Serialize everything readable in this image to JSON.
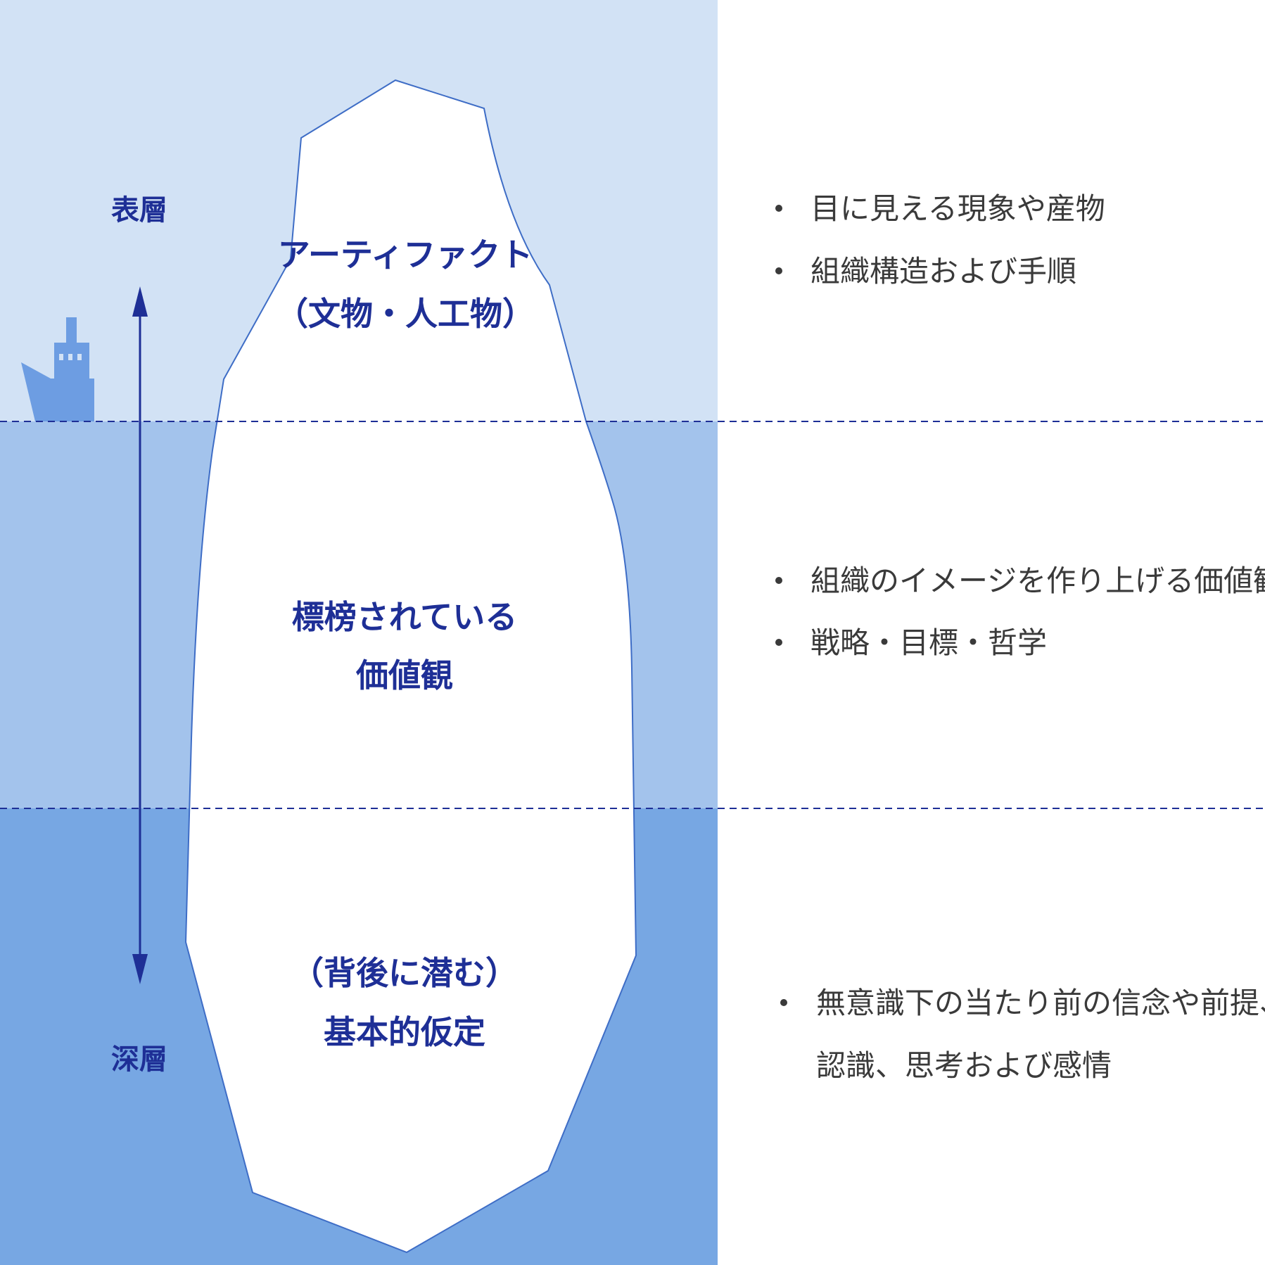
{
  "colors": {
    "surface_band": "#d2e2f5",
    "middle_band": "#a3c3ec",
    "deep_band": "#77a7e3",
    "iceberg_fill": "#ffffff",
    "iceberg_stroke": "#3e6dc6",
    "dashed_line": "#1e2f96",
    "arrow": "#1e2f96",
    "ship": "#6d9de2",
    "label_text": "#1e2f96",
    "bullet_text": "#3a3a3a"
  },
  "axis": {
    "top_label": "表層",
    "bottom_label": "深層",
    "arrow_icon": "double-headed-vertical-arrow-icon",
    "ship_icon": "ship-icon"
  },
  "levels": [
    {
      "name_lines": [
        "アーティファクト",
        "（文物・人工物）"
      ],
      "bullets": [
        "目に見える現象や産物",
        "組織構造および手順"
      ]
    },
    {
      "name_lines": [
        "標榜されている",
        "価値観"
      ],
      "bullets": [
        "組織のイメージを作り上げる価値観",
        "戦略・目標・哲学"
      ]
    },
    {
      "name_lines": [
        "（背後に潜む）",
        "基本的仮定"
      ],
      "bullets": [
        "無意識下の当たり前の信念や前提、認識、思考および感情"
      ],
      "bullet_wrapped_lines": [
        "無意識下の当たり前の信念や前提、",
        "認識、思考および感情"
      ]
    }
  ]
}
